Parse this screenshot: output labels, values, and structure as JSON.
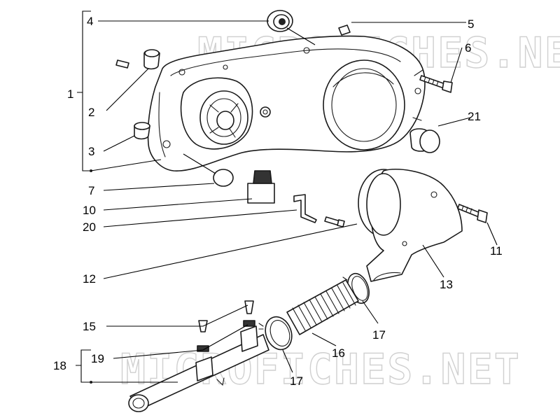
{
  "watermark": "MICROFICHES.NET",
  "callouts": {
    "c1": "1",
    "c2": "2",
    "c3": "3",
    "c4": "4",
    "c5": "5",
    "c6": "6",
    "c7": "7",
    "c10": "10",
    "c20": "20",
    "c12": "12",
    "c21": "21",
    "c11": "11",
    "c13": "13",
    "c15": "15",
    "c17a": "17",
    "c16": "16",
    "c18": "18",
    "c19": "19",
    "c17b": "17"
  }
}
